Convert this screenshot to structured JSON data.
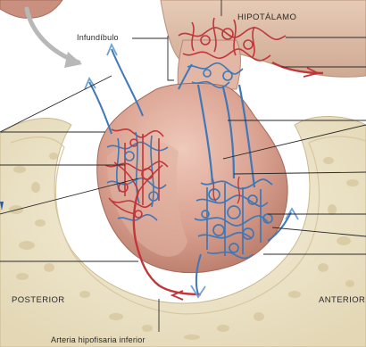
{
  "labels": {
    "hypothalamus": "HIPOTÁLAMO",
    "infundibulum": "Infundíbulo",
    "posterior": "POSTERIOR",
    "anterior": "ANTERIOR",
    "inferior_artery": "Arteria hipofisaria inferior"
  },
  "colors": {
    "artery": "#c0363b",
    "vein": "#3f78b6",
    "gland": "#d9a08f",
    "bone": "#f1ead2",
    "pointer": "#2a2a2a"
  }
}
